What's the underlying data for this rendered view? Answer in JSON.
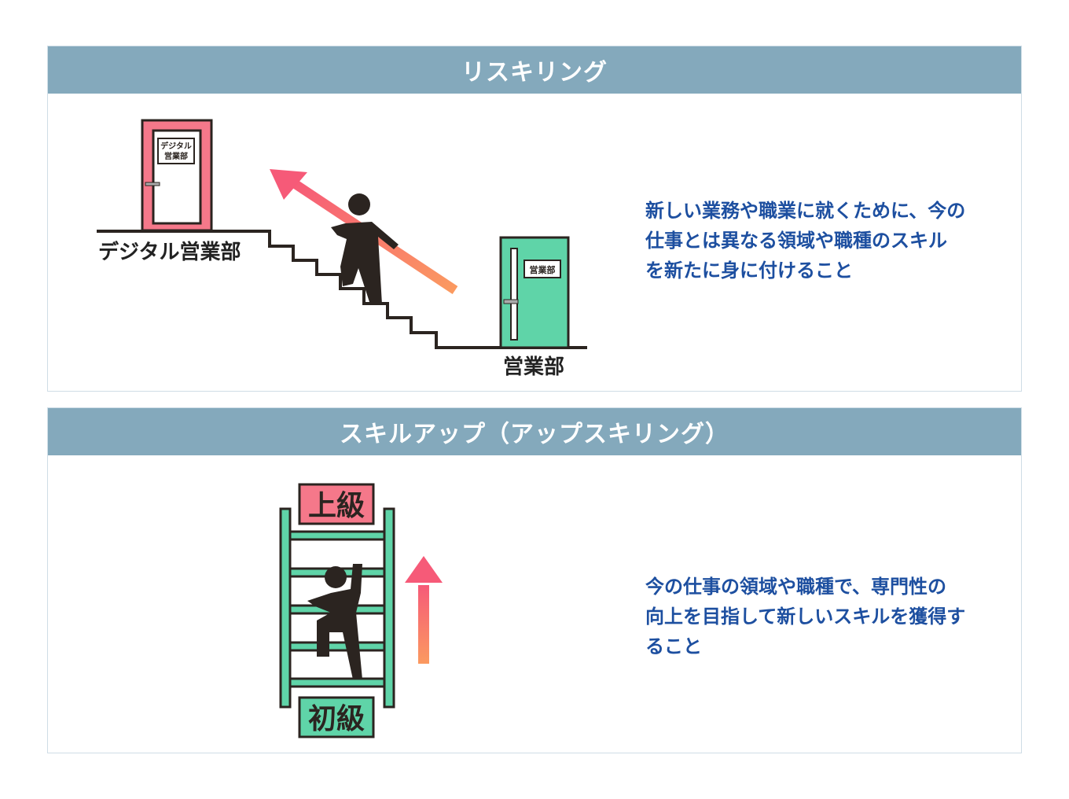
{
  "reskilling": {
    "title": "リスキリング",
    "door_top_sign": [
      "デジタル",
      "営業部"
    ],
    "door_top_label": "デジタル営業部",
    "door_bottom_sign": "営業部",
    "door_bottom_label": "営業部",
    "description_lines": [
      "新しい業務や職業に就くために、今の",
      "仕事とは異なる領域や職種のスキル",
      "を新たに身に付けること"
    ]
  },
  "upskilling": {
    "title": "スキルアップ（アップスキリング）",
    "top_label": "上級",
    "bottom_label": "初級",
    "description_lines": [
      "今の仕事の領域や職種で、専門性の",
      "向上を目指して新しいスキルを獲得す",
      "ること"
    ]
  },
  "colors": {
    "header": "#84a9bc",
    "text": "#1d4fa0",
    "pink": "#f5788a",
    "green": "#5fd4a8",
    "dark": "#2b2420"
  }
}
